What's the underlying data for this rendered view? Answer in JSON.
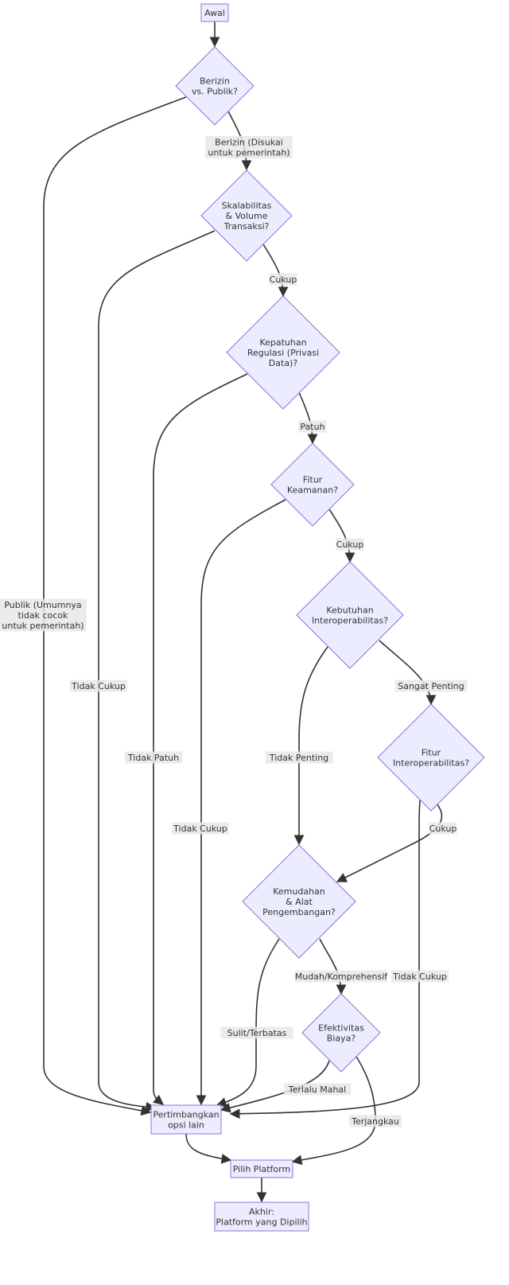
{
  "nodes": {
    "start": [
      "Awal"
    ],
    "d1": [
      "Berizin",
      "vs. Publik?"
    ],
    "d2": [
      "Skalabilitas",
      "& Volume",
      "Transaksi?"
    ],
    "d3": [
      "Kepatuhan",
      "Regulasi (Privasi",
      "Data)?"
    ],
    "d4": [
      "Fitur",
      "Keamanan?"
    ],
    "d5": [
      "Kebutuhan",
      "Interoperabilitas?"
    ],
    "d6": [
      "Fitur",
      "Interoperabilitas?"
    ],
    "d7": [
      "Kemudahan",
      "& Alat",
      "Pengembangan?"
    ],
    "d8": [
      "Efektivitas",
      "Biaya?"
    ],
    "other": [
      "Pertimbangkan",
      "opsi lain"
    ],
    "choose": [
      "Pilih Platform"
    ],
    "end": [
      "Akhir:",
      "Platform yang Dipilih"
    ]
  },
  "edges": {
    "e_d1_d2": [
      "Berizin (Disukai",
      "untuk pemerintah)"
    ],
    "e_d1_other": [
      "Publik (Umumnya",
      "tidak cocok",
      "untuk pemerintah)"
    ],
    "e_d2_d3": [
      "Cukup"
    ],
    "e_d2_other": [
      "Tidak Cukup"
    ],
    "e_d3_d4": [
      "Patuh"
    ],
    "e_d3_other": [
      "Tidak Patuh"
    ],
    "e_d4_d5": [
      "Cukup"
    ],
    "e_d4_other": [
      "Tidak Cukup"
    ],
    "e_d5_d6": [
      "Sangat Penting"
    ],
    "e_d5_d7": [
      "Tidak Penting"
    ],
    "e_d6_d7": [
      "Cukup"
    ],
    "e_d6_other": [
      "Tidak Cukup"
    ],
    "e_d7_d8": [
      "Mudah/Komprehensif"
    ],
    "e_d7_other": [
      "Sulit/Terbatas"
    ],
    "e_d8_other": [
      "Terlalu Mahal"
    ],
    "e_d8_choose": [
      "Terjangkau"
    ]
  }
}
